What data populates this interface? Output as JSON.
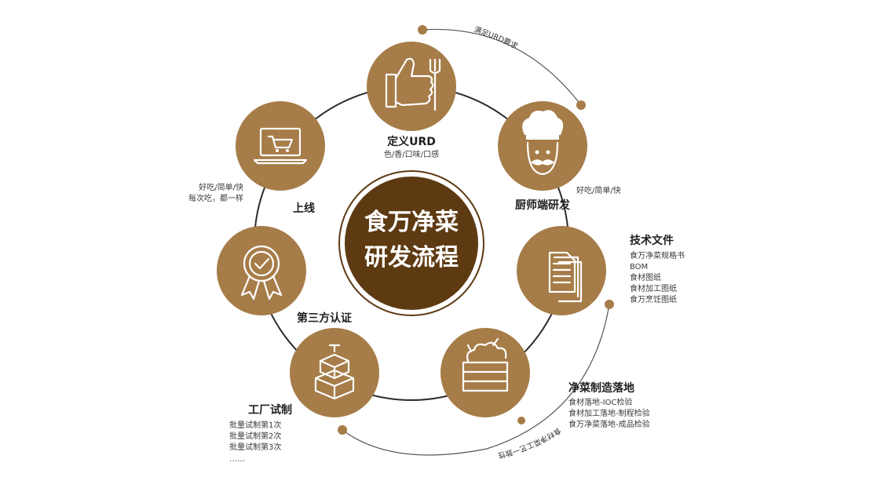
{
  "center": {
    "line1": "食万净菜",
    "line2": "研发流程"
  },
  "steps": {
    "urd": {
      "title": "定义URD",
      "details": [
        "色/香/口味/口感"
      ]
    },
    "chef": {
      "title": "厨师端研发"
    },
    "tech": {
      "title": "技术文件",
      "details": [
        "食万净菜规格书",
        "BOM",
        "食材图纸",
        "食材加工图纸",
        "食万烹饪图纸"
      ]
    },
    "produce": {
      "title": "净菜制造落地",
      "details": [
        "食材落地-IOC检验",
        "食材加工落地-制程检验",
        "食万净菜落地-成品检验"
      ]
    },
    "factory": {
      "title": "工厂试制",
      "details": [
        "批量试制第1次",
        "批量试制第2次",
        "批量试制第3次",
        "……"
      ]
    },
    "cert": {
      "title": "第三方认证"
    },
    "launch": {
      "title": "上线"
    }
  },
  "annotations": {
    "chef_note": "好吃/简单/快",
    "launch_note_1": "好吃/简单/快",
    "launch_note_2": "每次吃，都一样",
    "top_arc": "满足URD要求",
    "bottom_arc": "食材净菜工艺一致性"
  },
  "colors": {
    "brown": "#a67c48",
    "dark_center": "#5e3a12",
    "ring": "#2b2b2b",
    "dot": "#a67c48"
  }
}
